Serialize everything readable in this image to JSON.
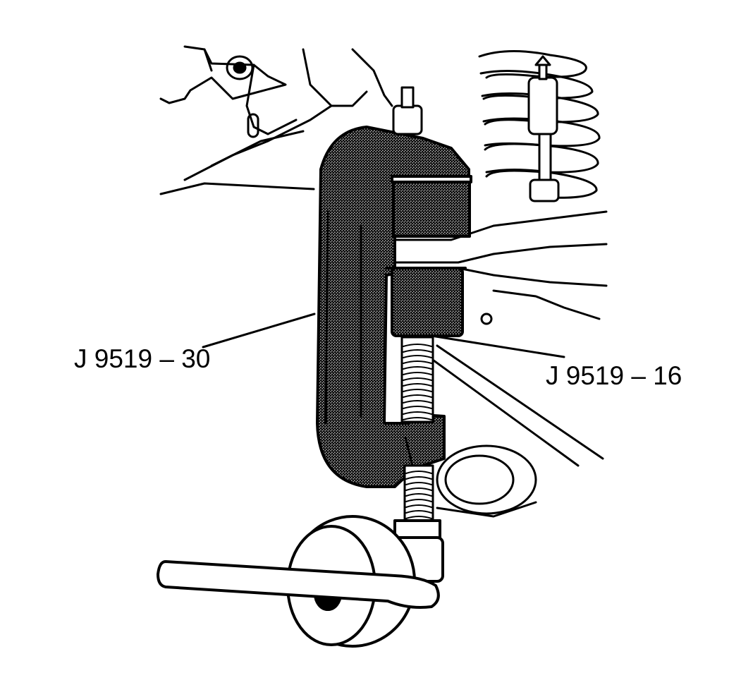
{
  "diagram": {
    "callouts": [
      {
        "id": "left",
        "text": "J 9519 – 30"
      },
      {
        "id": "right",
        "text": "J 9519 – 16"
      }
    ],
    "colors": {
      "ink": "#000000",
      "paper": "#ffffff",
      "stipple": "#d8d8d8"
    }
  }
}
